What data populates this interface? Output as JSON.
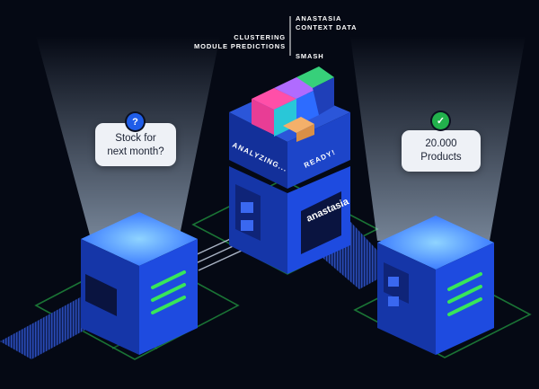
{
  "header": {
    "line1": "ANASTASIA",
    "line2": "CONTEXT DATA",
    "clustering": "CLUSTERING",
    "module_predictions": "MODULE PREDICTIONS",
    "smash": "SMASH"
  },
  "left_bubble": {
    "line1": "Stock for",
    "line2": "next month?",
    "icon": "question-icon"
  },
  "right_bubble": {
    "line1": "20.000",
    "line2": "Products",
    "icon": "check-icon"
  },
  "center": {
    "status_left": "ANALYZING...",
    "status_right": "READY!",
    "brand": "anastasia"
  },
  "colors": {
    "background": "#050914",
    "cube_blue": "#1b4de0",
    "cube_top": "#2f62ff",
    "accent_green": "#38e65a",
    "badge_blue": "#1f5de8",
    "badge_green": "#22b14c"
  }
}
